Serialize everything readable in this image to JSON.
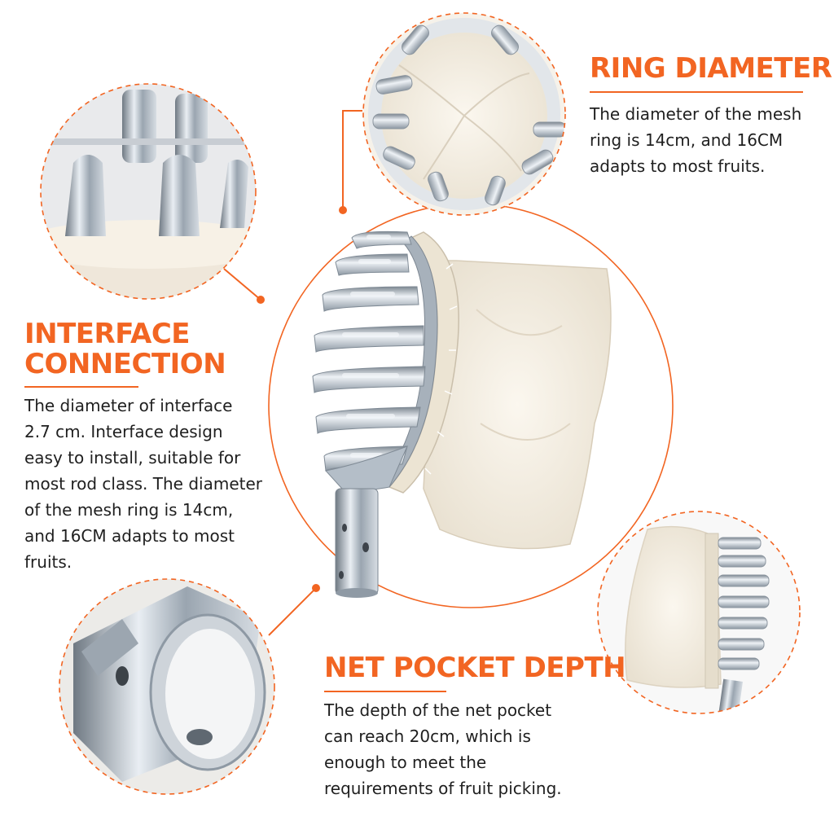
{
  "colors": {
    "accent": "#f26522",
    "text": "#1f1f1f",
    "metal": "#b9c2cc",
    "cloth": "#f3ecdf"
  },
  "sections": {
    "ring": {
      "title": "RING DIAMETER",
      "lines": [
        "The diameter of the mesh",
        "ring is 14cm, and 16CM",
        "adapts to most fruits."
      ]
    },
    "interface": {
      "title_lines": [
        "INTERFACE",
        "CONNECTION"
      ],
      "lines": [
        "The diameter of interface",
        "2.7 cm. Interface design",
        "easy to install, suitable for",
        "most rod class. The diameter",
        "of the mesh ring is 14cm,",
        "and 16CM adapts to most",
        "fruits."
      ]
    },
    "pocket": {
      "title": "NET POCKET DEPTH",
      "lines": [
        "The depth of the net pocket",
        "can reach 20cm, which is",
        "enough to meet the",
        "requirements of fruit picking."
      ]
    }
  }
}
